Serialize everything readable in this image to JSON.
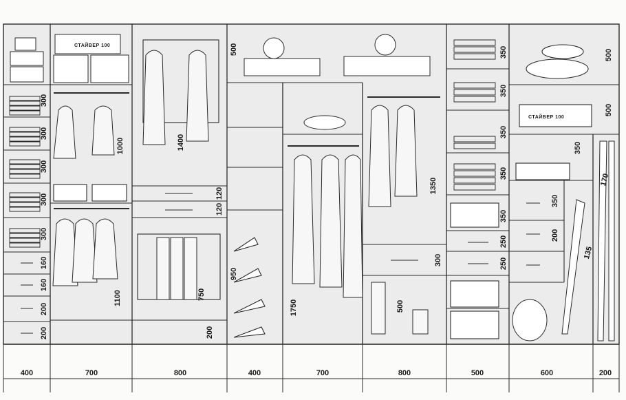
{
  "diagram": {
    "colors": {
      "ink": "#2a2a2a",
      "paper": "#fbfbfa",
      "shade": "#e6e6e7"
    },
    "brand_box": {
      "text": "СТАЙВЕР 100"
    },
    "bottom_widths": [
      "400",
      "700",
      "800",
      "400",
      "700",
      "800",
      "500",
      "600",
      "200"
    ],
    "sections": {
      "s1": {
        "dims": [
          "300",
          "300",
          "300",
          "300",
          "300",
          "160",
          "160",
          "200",
          "200"
        ]
      },
      "s2": {
        "dims": [
          "1000",
          "1100"
        ]
      },
      "s3": {
        "dims": [
          "1400",
          "120",
          "120",
          "750",
          "200"
        ]
      },
      "s4": {
        "dims": [
          "500",
          "950"
        ]
      },
      "s5": {
        "dims": [
          "1750"
        ]
      },
      "s6": {
        "dims": [
          "1350",
          "300",
          "500"
        ]
      },
      "s7": {
        "dims": [
          "350",
          "350",
          "350",
          "350",
          "350",
          "250",
          "250"
        ]
      },
      "s8": {
        "dims": [
          "500",
          "500",
          "350",
          "350",
          "200",
          "135"
        ]
      },
      "s9": {
        "dims": [
          "170"
        ]
      }
    }
  }
}
